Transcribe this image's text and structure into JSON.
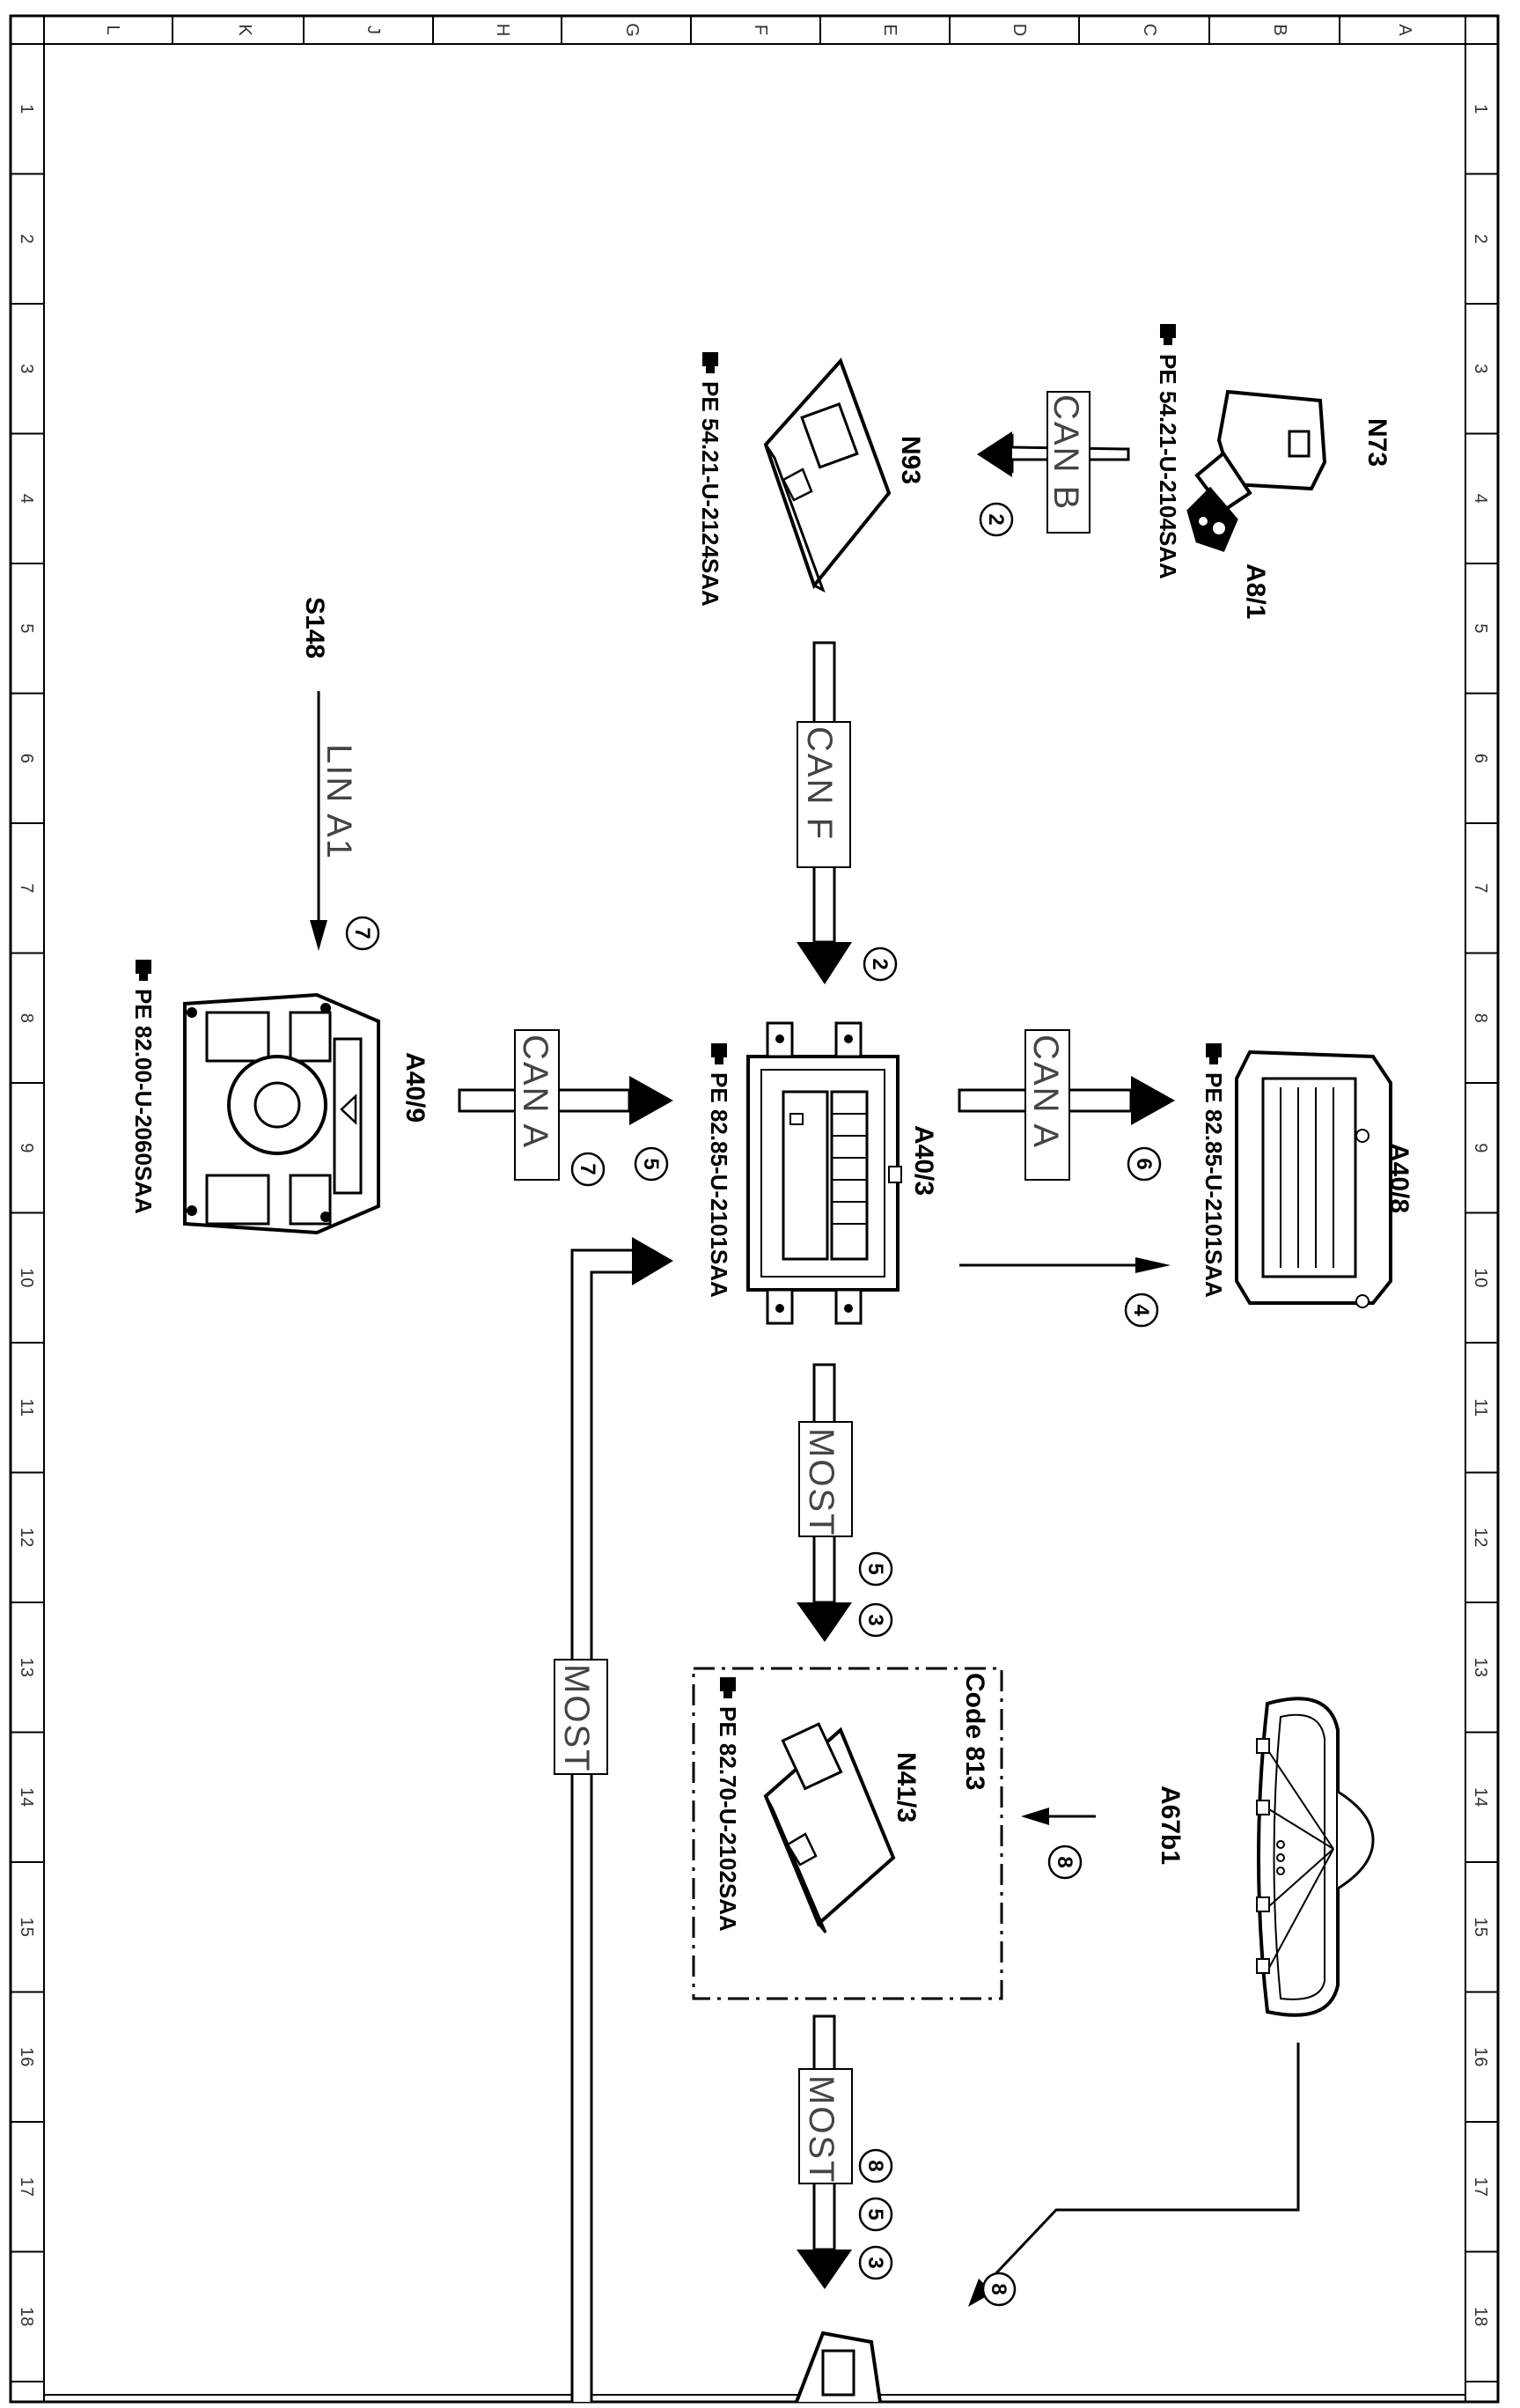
{
  "frame": {
    "column_labels": [
      "L",
      "K",
      "J",
      "H",
      "G",
      "F",
      "E",
      "D",
      "C",
      "B",
      "A"
    ],
    "row_labels": [
      "1",
      "2",
      "3",
      "4",
      "5",
      "6",
      "7",
      "8",
      "9",
      "10",
      "11",
      "12",
      "13",
      "14",
      "15",
      "16",
      "17",
      "18"
    ]
  },
  "components": {
    "n73": {
      "label": "N73"
    },
    "a8_1": {
      "label": "A8/1",
      "ref": "PE 54.21-U-2104SAA"
    },
    "n93": {
      "label": "N93",
      "ref": "PE 54.21-U-2124SAA"
    },
    "s148": {
      "label": "S148"
    },
    "a40_9": {
      "label": "A40/9",
      "ref": "PE 82.00-U-2060SAA"
    },
    "a40_3": {
      "label": "A40/3",
      "ref": "PE 82.85-U-2101SAA"
    },
    "a40_8": {
      "label": "A40/8",
      "ref": "PE 82.85-U-2101SAA"
    },
    "a67b1": {
      "label": "A67b1"
    },
    "n41_3": {
      "label": "N41/3",
      "ref": "PE 82.70-U-2102SAA",
      "code": "Code 813"
    }
  },
  "buses": {
    "can_b": "CAN B",
    "can_f": "CAN F",
    "can_a_left": "CAN A",
    "can_a_right": "CAN A",
    "lin_a1": "LIN A1",
    "most_1": "MOST",
    "most_2": "MOST",
    "most_3": "MOST"
  },
  "markers": {
    "can_b": [
      "2"
    ],
    "can_f": [
      "2"
    ],
    "can_a_left": [
      "5",
      "7"
    ],
    "lin": [
      "7"
    ],
    "can_a_right": [
      "6"
    ],
    "a40_8_line": [
      "4"
    ],
    "most_1": [
      "5",
      "3"
    ],
    "a67b1_line": [
      "8"
    ],
    "most_2": [
      "8",
      "5",
      "3"
    ],
    "bottom_line": [
      "8"
    ]
  },
  "icons": {
    "ref_symbol": "pointing-hand-book-icon"
  }
}
